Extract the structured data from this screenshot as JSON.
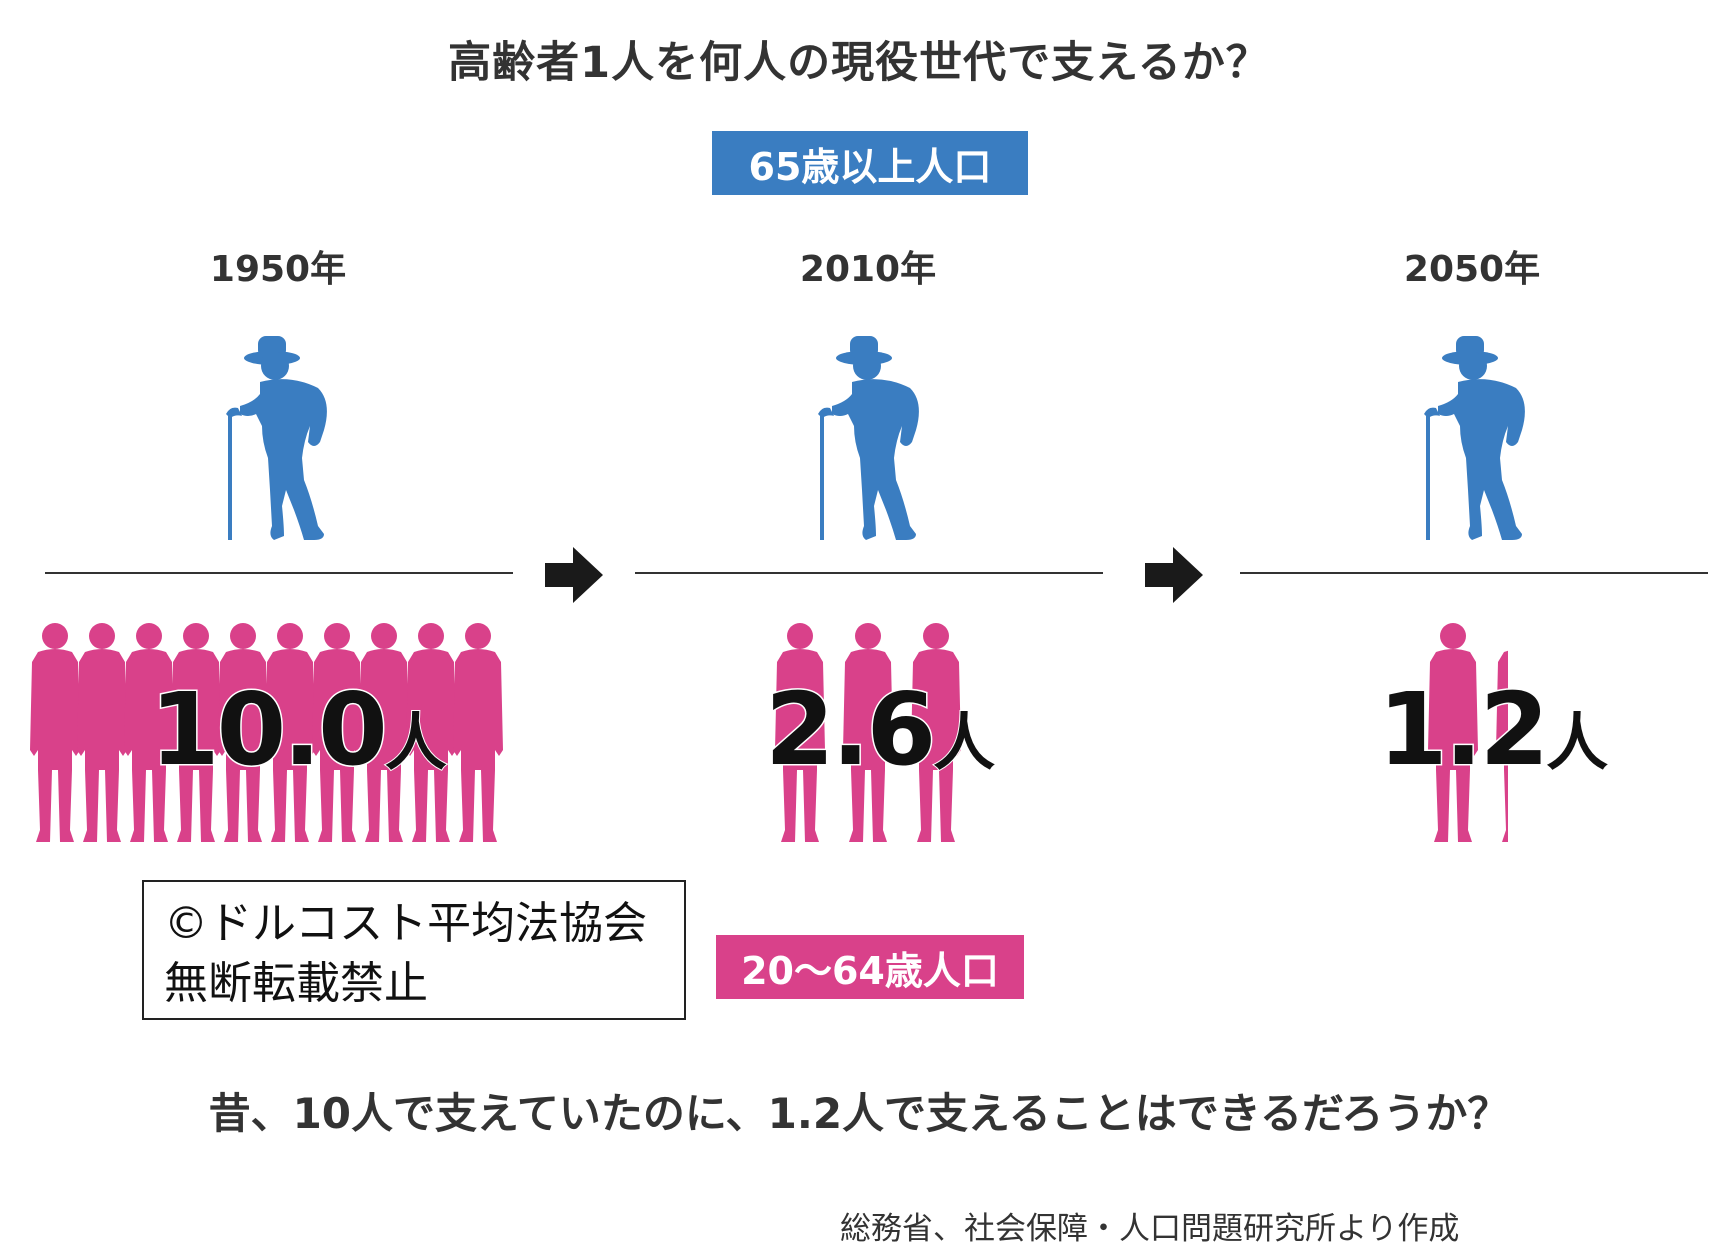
{
  "title": "高齢者1人を何人の現役世代で支えるか？",
  "elderly_label": "65歳以上人口",
  "working_label": "20〜64歳人口",
  "periods": [
    {
      "year": "1950年",
      "ratio": "10.0",
      "unit": "人",
      "value": 10.0
    },
    {
      "year": "2010年",
      "ratio": "2.6",
      "unit": "人",
      "value": 2.6
    },
    {
      "year": "2050年",
      "ratio": "1.2",
      "unit": "人",
      "value": 1.2
    }
  ],
  "copyright_lines": [
    "©ドルコスト平均法協会",
    "無断転載禁止"
  ],
  "question": "昔、10人で支えていたのに、1.2人で支えることはできるだろうか？",
  "source": "総務省、社会保障・人口問題研究所より作成",
  "colors": {
    "elderly": "#3a7dc1",
    "working": "#d9418a",
    "text": "#333333"
  },
  "icons": {
    "elderly": "elderly-person-with-cane-icon",
    "working": "standing-person-icon",
    "arrow": "right-arrow-icon"
  }
}
